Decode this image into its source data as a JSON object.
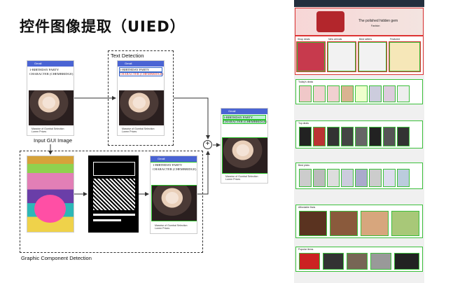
{
  "slide": {
    "title": "控件图像提取（UIED）"
  },
  "labels": {
    "input": "Input GUI Image",
    "text_detection": "Text Detection",
    "graphic": "Graphic Component Detection",
    "plus": "+"
  },
  "phone": {
    "appbar": "Gmail",
    "line1": "1-BIRTHDAY PARTY",
    "line2": "CHARACTER (CHEMBRIDGE)",
    "footer1": "Massive of Gumbal Selection",
    "footer2": "Lorem Prices"
  },
  "shop": {
    "banner_title": "The polished hidden gem",
    "banner_sub": "Fashion",
    "row_labels": [
      "Shop deals",
      "New arrivals",
      "Best sellers",
      "Featured"
    ],
    "section_labels": [
      "Today's deals",
      "Top deals",
      "Best picks",
      "Affordable finds",
      "Popular items"
    ]
  },
  "colors": {
    "accent": "#4a64d4",
    "green": "#3cc03c",
    "red": "#d33333"
  }
}
